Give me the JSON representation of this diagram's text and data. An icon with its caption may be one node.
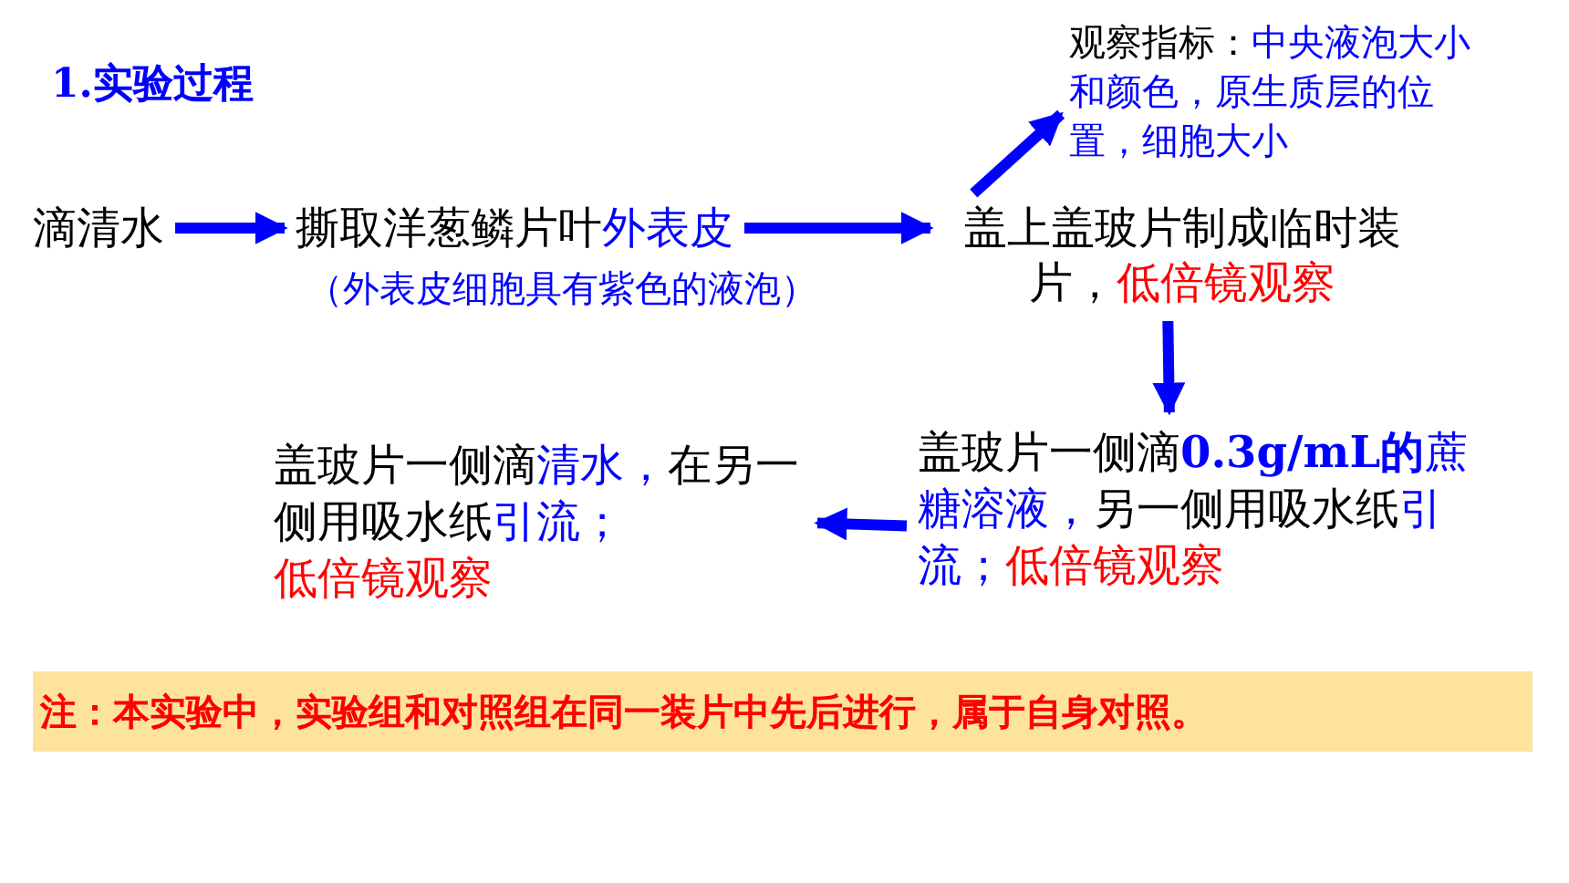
{
  "diagram": {
    "title": "1.实验过程",
    "nodes": [
      {
        "text": [
          "滴清水"
        ]
      },
      {
        "text": [
          "撕取洋葱鳞片叶",
          "外表皮"
        ],
        "beside": [
          "（外表皮细胞具有紫色的液泡）"
        ]
      },
      {
        "text": [
          "盖上盖玻片制成临时装片，",
          "低倍镜观察"
        ]
      },
      {
        "text": [
          "观察指标：",
          "中央液泡大小和颜色，原生质层的位置，细胞大小"
        ]
      },
      {
        "text": [
          "盖玻片一侧滴",
          "0.3g/mL的",
          "蔗糖溶液，",
          "另一侧用吸水纸",
          "引流；",
          "低倍镜观察"
        ]
      },
      {
        "text": [
          "盖玻片一侧滴",
          "清水，",
          "在另一侧用吸水纸",
          "引流；",
          "低倍镜观察"
        ]
      },
      {
        "text": [
          "注：本实验中，实验组和对照组在同一装片中先后进行，属于自身对照。"
        ]
      }
    ],
    "edges": [
      {
        "from": 0,
        "to": 1,
        "arrow": "to"
      },
      {
        "from": 1,
        "to": 2,
        "arrow": "to"
      },
      {
        "from": 2,
        "to": 3,
        "arrow": "to"
      },
      {
        "from": 2,
        "to": 4,
        "arrow": "to"
      },
      {
        "from": 4,
        "to": 5,
        "arrow": "to"
      }
    ]
  }
}
